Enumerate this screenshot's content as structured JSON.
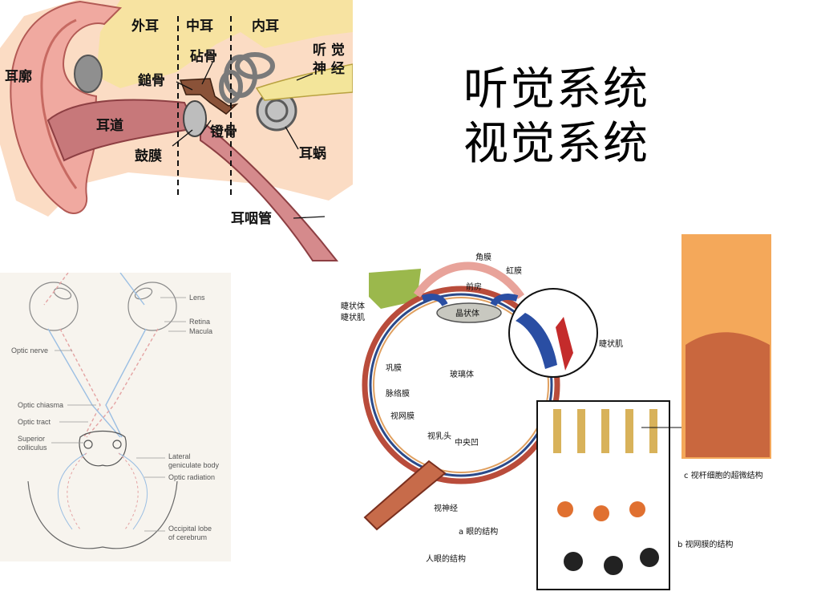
{
  "slide": {
    "title_line1": "听觉系统",
    "title_line2": "视觉系统"
  },
  "ear": {
    "labels": {
      "outer_ear": "外耳",
      "middle_ear": "中耳",
      "inner_ear": "内耳",
      "auditory_nerve": "听觉神经",
      "auricle": "耳廓",
      "incus": "砧骨",
      "malleus": "鎚骨",
      "ear_canal": "耳道",
      "stapes": "镫骨",
      "eardrum": "鼓膜",
      "cochlea": "耳蜗",
      "eustachian_tube": "耳咽管"
    }
  },
  "visual_pathway": {
    "labels": {
      "lens": "Lens",
      "retina": "Retina",
      "macula": "Macula",
      "optic_nerve": "Optic nerve",
      "optic_chiasma": "Optic chiasma",
      "optic_tract": "Optic tract",
      "superior_colliculus_1": "Superior",
      "superior_colliculus_2": "colliculus",
      "lgn_1": "Lateral",
      "lgn_2": "geniculate body",
      "optic_radiation": "Optic radiation",
      "occipital_1": "Occipital lobe",
      "occipital_2": "of cerebrum"
    }
  },
  "eye": {
    "labels": {
      "cornea": "角膜",
      "iris": "虹膜",
      "anterior_chamber": "前房",
      "ciliary_body": "睫状体",
      "ciliary_muscle": "睫状肌",
      "lens": "晶状体",
      "ciliary_muscle_zoom": "睫状肌",
      "sclera": "巩膜",
      "vitreous": "玻璃体",
      "choroid": "脉络膜",
      "retina": "视网膜",
      "optic_disc": "视乳头",
      "fovea": "中央凹",
      "optic_nerve": "视神经",
      "caption_a": "a 眼的结构",
      "caption_main": "人眼的结构",
      "caption_b": "b 视网膜的结构",
      "caption_c": "c 视杆细胞的超微结构"
    }
  }
}
